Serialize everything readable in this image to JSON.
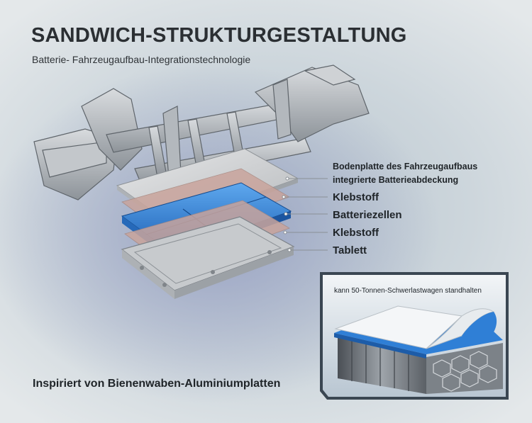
{
  "header": {
    "title": "SANDWICH-STRUKTURGESTALTUNG",
    "subtitle": "Batterie- Fahrzeugaufbau-Integrationstechnologie"
  },
  "layers": [
    "Bodenplatte des Fahrzeugaufbaus",
    "integrierte Batterieabdeckung",
    "Klebstoff",
    "Batteriezellen",
    "Klebstoff",
    "Tablett"
  ],
  "inset": {
    "caption": "kann 50-Tonnen-Schwerlastwagen standhalten"
  },
  "footer": {
    "text": "Inspiriert von Bienenwaben-Aluminiumplatten"
  },
  "colors": {
    "title": "#2b2f33",
    "battery_cells": "#2f7fd6",
    "adhesive": "#c9a49c",
    "frame": "#9aa0a6",
    "inset_border": "#3a4652"
  }
}
